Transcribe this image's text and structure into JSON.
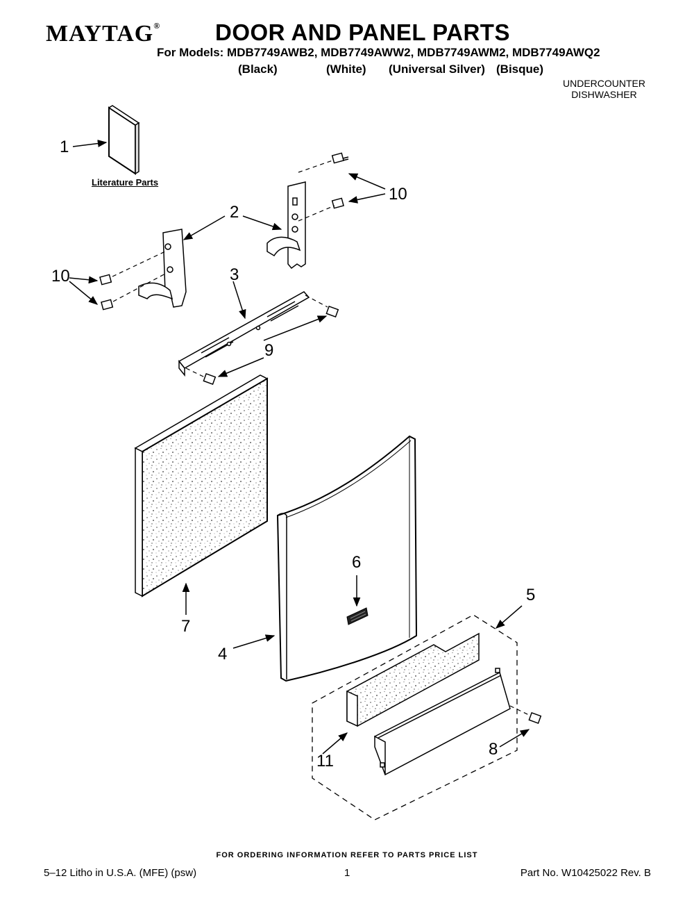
{
  "header": {
    "brand": "MAYTAG",
    "brand_mark": "®",
    "title": "DOOR AND PANEL PARTS",
    "models_line": "For Models: MDB7749AWB2, MDB7749AWW2, MDB7749AWM2, MDB7749AWQ2",
    "colors": [
      "(Black)",
      "(White)",
      "(Universal Silver)",
      "(Bisque)"
    ],
    "product_line1": "UNDERCOUNTER",
    "product_line2": "DISHWASHER"
  },
  "diagram": {
    "literature_label": "Literature Parts",
    "callouts": {
      "c1": "1",
      "c2": "2",
      "c3": "3",
      "c4": "4",
      "c5": "5",
      "c6": "6",
      "c7": "7",
      "c8": "8",
      "c9": "9",
      "c10a": "10",
      "c10b": "10",
      "c11": "11"
    }
  },
  "footer": {
    "ordering_note": "FOR ORDERING INFORMATION REFER TO PARTS PRICE LIST",
    "litho": "5–12 Litho in U.S.A. (MFE) (psw)",
    "page": "1",
    "part_no": "Part No. W10425022 Rev. B"
  }
}
